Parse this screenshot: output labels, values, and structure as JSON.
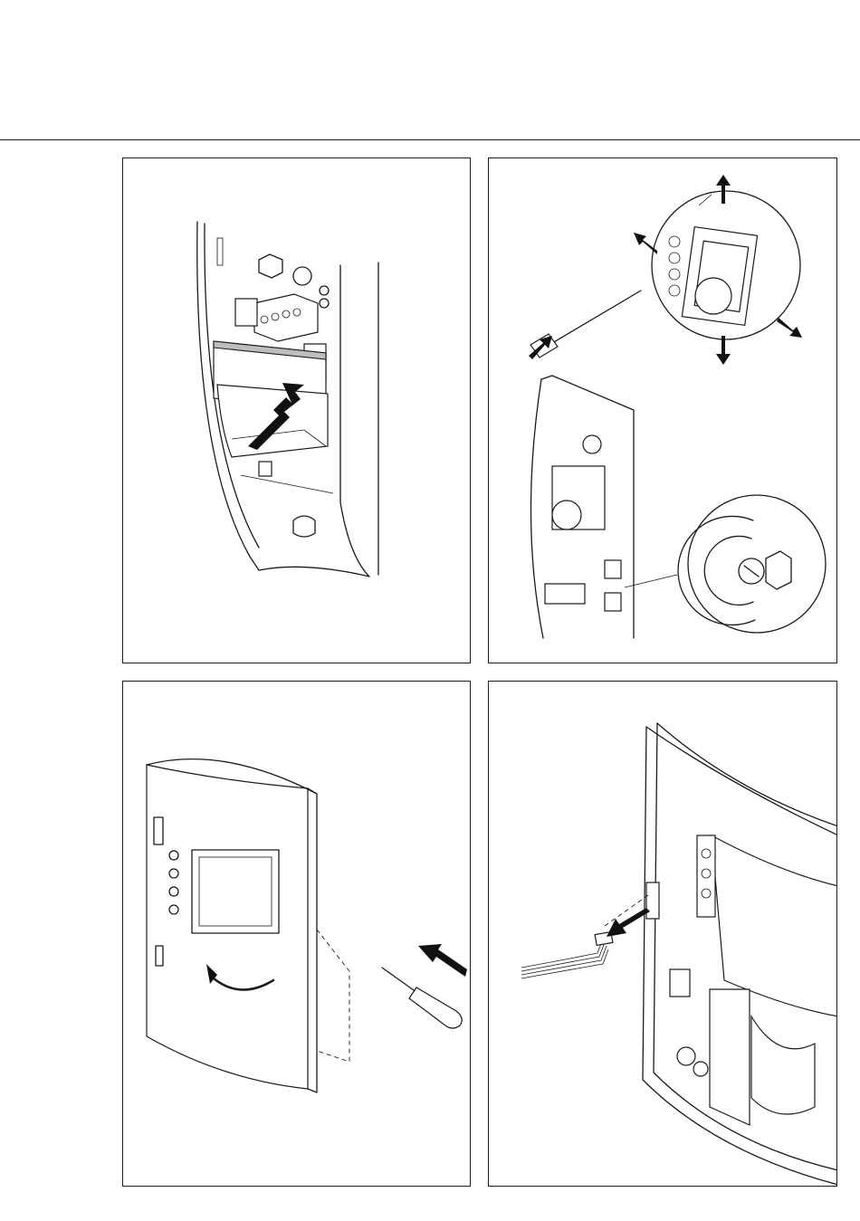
{
  "page": {
    "title": "",
    "figures": [
      {
        "id": "fig-1",
        "depicts": "install-panel-insert-arrow"
      },
      {
        "id": "fig-2",
        "depicts": "adjust-sensor-with-screwdriver"
      },
      {
        "id": "fig-3",
        "depicts": "remove-front-cover-with-screwdriver"
      },
      {
        "id": "fig-4",
        "depicts": "connect-ribbon-cable"
      }
    ]
  },
  "colors": {
    "line": "#1a1a1a",
    "background": "#ffffff",
    "shade": "#bdbdbd"
  }
}
